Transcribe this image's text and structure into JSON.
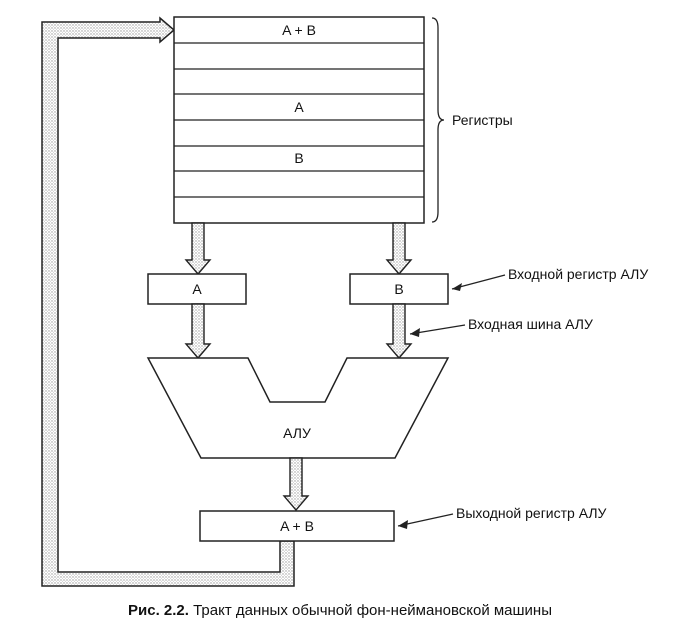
{
  "registers": {
    "rows": [
      "A + B",
      "",
      "",
      "A",
      "",
      "B",
      "",
      ""
    ],
    "group_label": "Регистры"
  },
  "input_registers": {
    "left": "A",
    "right": "B"
  },
  "alu": {
    "label": "АЛУ"
  },
  "output_register": {
    "label": "A + B"
  },
  "annotations": {
    "input_register": "Входной регистр АЛУ",
    "input_bus": "Входная шина АЛУ",
    "output_register": "Выходной регистр АЛУ"
  },
  "caption": {
    "number": "Рис. 2.2.",
    "text": "Тракт данных обычной фон-неймановской машины"
  }
}
